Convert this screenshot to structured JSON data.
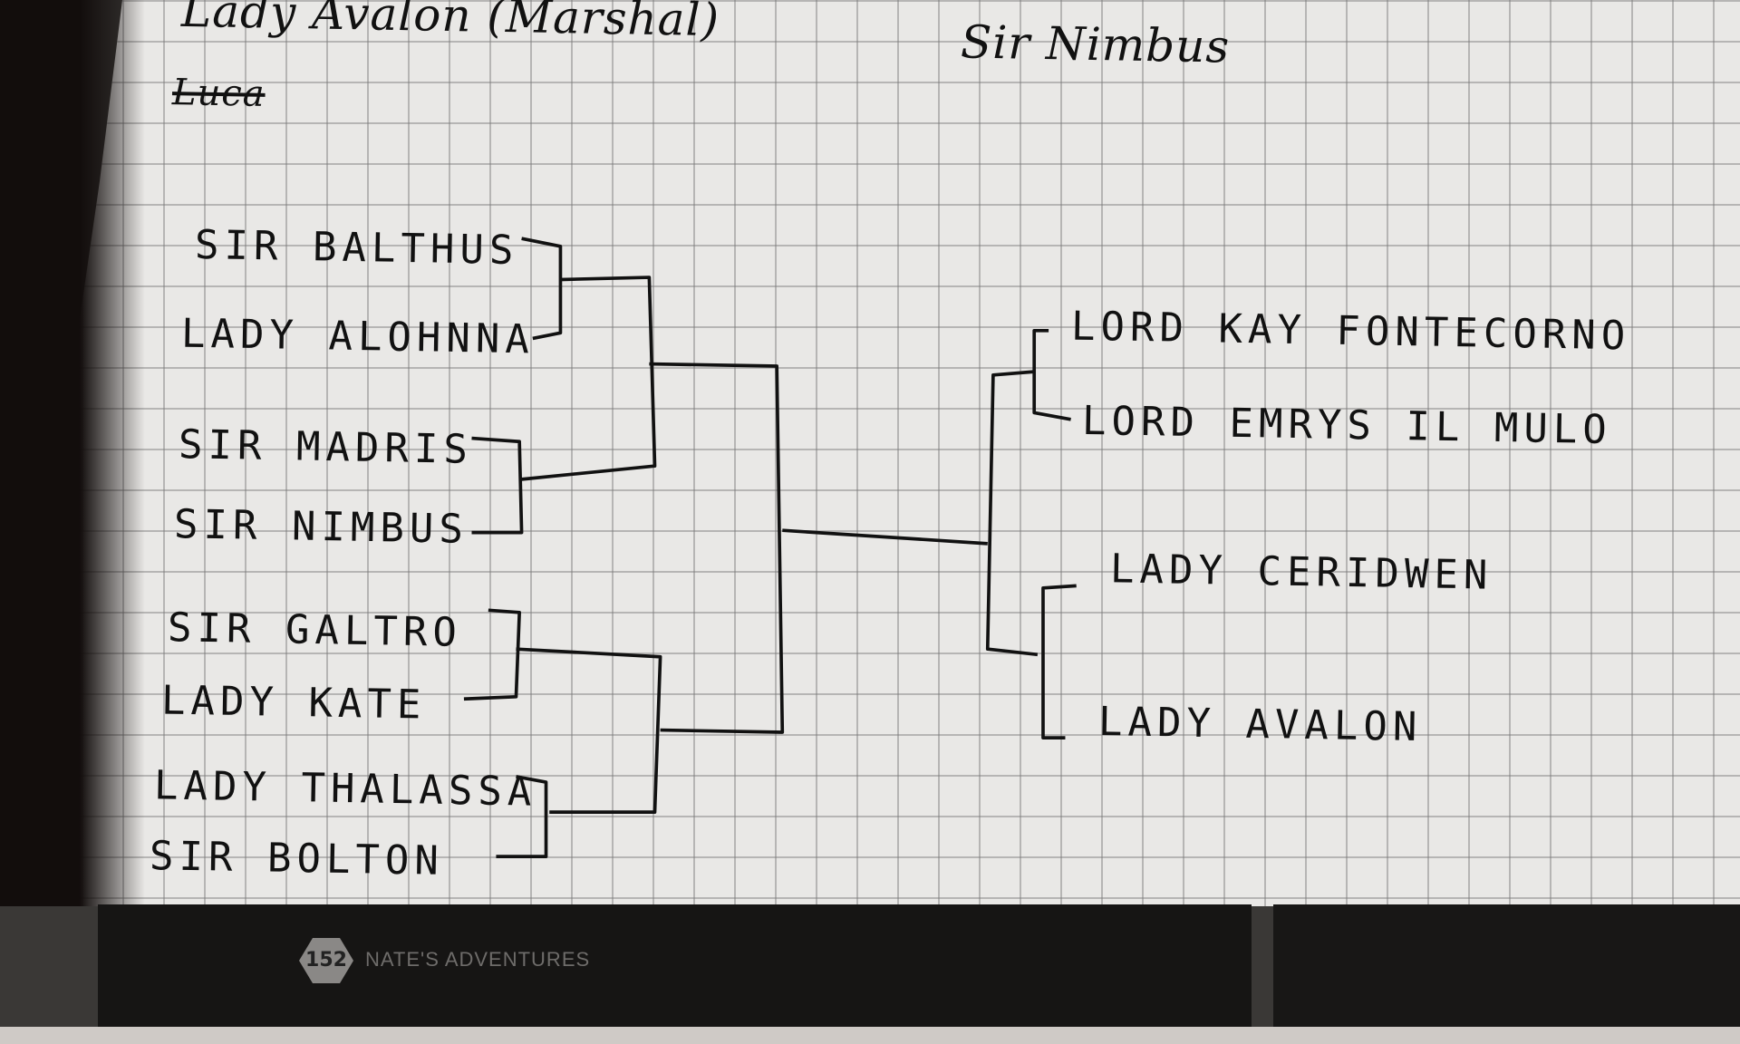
{
  "header": {
    "marshal": "Lady Avalon (Marshal)",
    "scribble": "Luca",
    "winner": "Sir Nimbus"
  },
  "left_entrants": [
    "SIR BALTHUS",
    "LADY ALOHNNA",
    "SIR MADRIS",
    "SIR NIMBUS",
    "SIR GALTRO",
    "LADY KATE",
    "LADY THALASSA",
    "SIR BOLTON"
  ],
  "right_entrants": [
    "LORD KAY FONTECORNO",
    "LORD EMRYS IL MULO",
    "LADY CERIDWEN",
    "LADY AVALON"
  ],
  "footer": {
    "logo_number": "152",
    "brand": "NATE'S ADVENTURES"
  }
}
